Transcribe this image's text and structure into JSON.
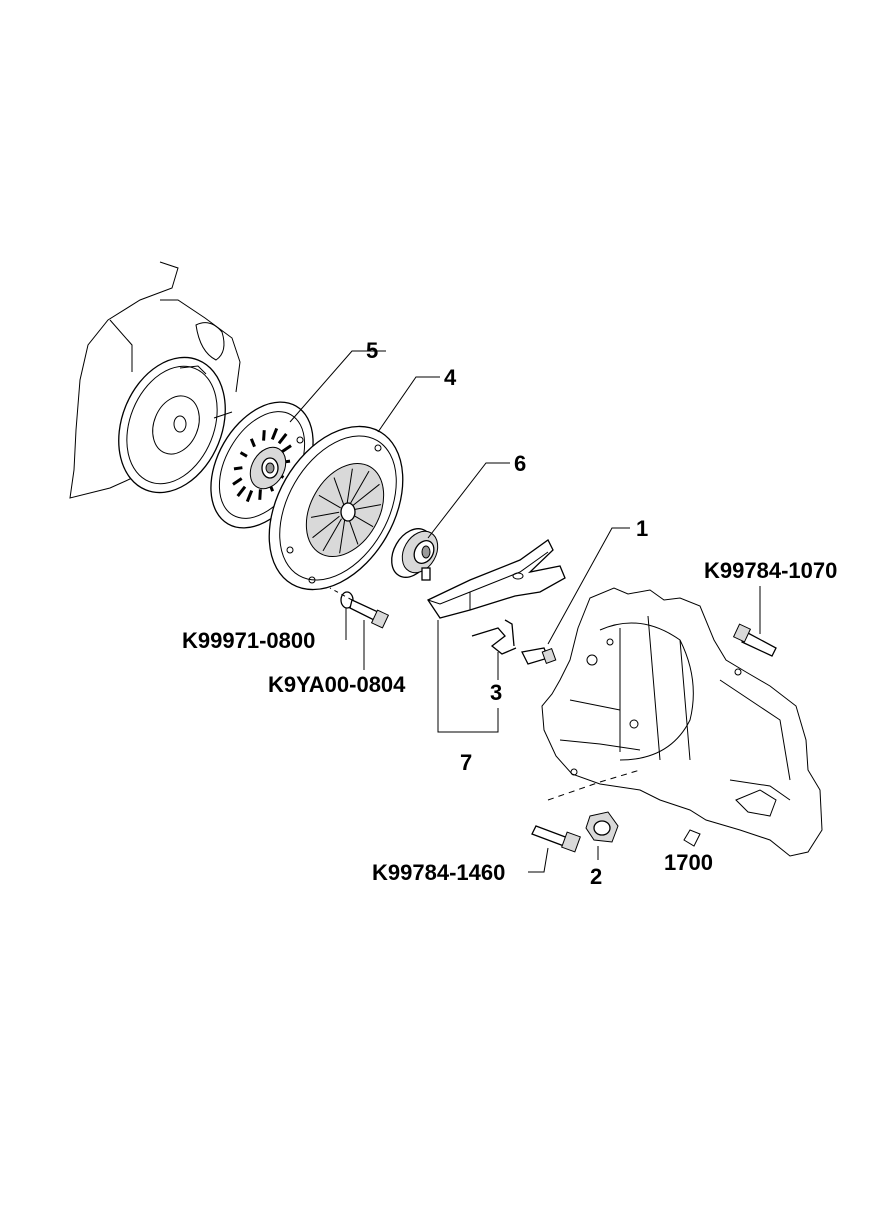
{
  "callouts": {
    "p1": "1",
    "p2": "2",
    "p3": "3",
    "p4": "4",
    "p5": "5",
    "p6": "6",
    "p7": "7",
    "p1700": "1700",
    "k99784_1070": "K99784-1070",
    "k99971_0800": "K99971-0800",
    "k9ya00_0804": "K9YA00-0804",
    "k99784_1460": "K99784-1460"
  }
}
